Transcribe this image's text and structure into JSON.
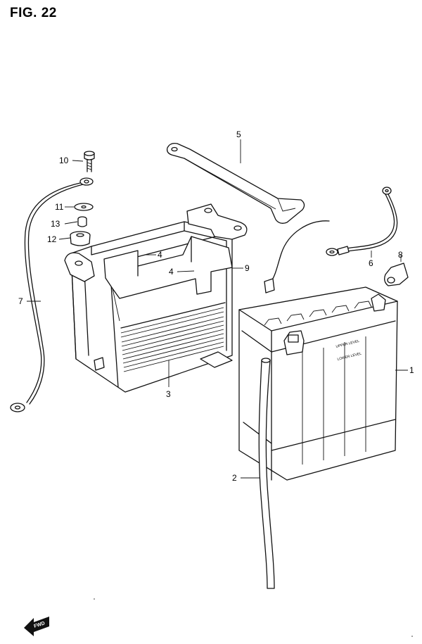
{
  "figure": {
    "title": "FIG. 22",
    "fwd_label": "FWD"
  },
  "battery_markings": {
    "upper": "UPPER LEVEL",
    "lower": "LOWER LEVEL"
  },
  "callouts": {
    "c1": "1",
    "c2": "2",
    "c3": "3",
    "c4a": "4",
    "c4b": "4",
    "c5": "5",
    "c6": "6",
    "c7": "7",
    "c8": "8",
    "c9": "9",
    "c10": "10",
    "c11": "11",
    "c12": "12",
    "c13": "13"
  }
}
